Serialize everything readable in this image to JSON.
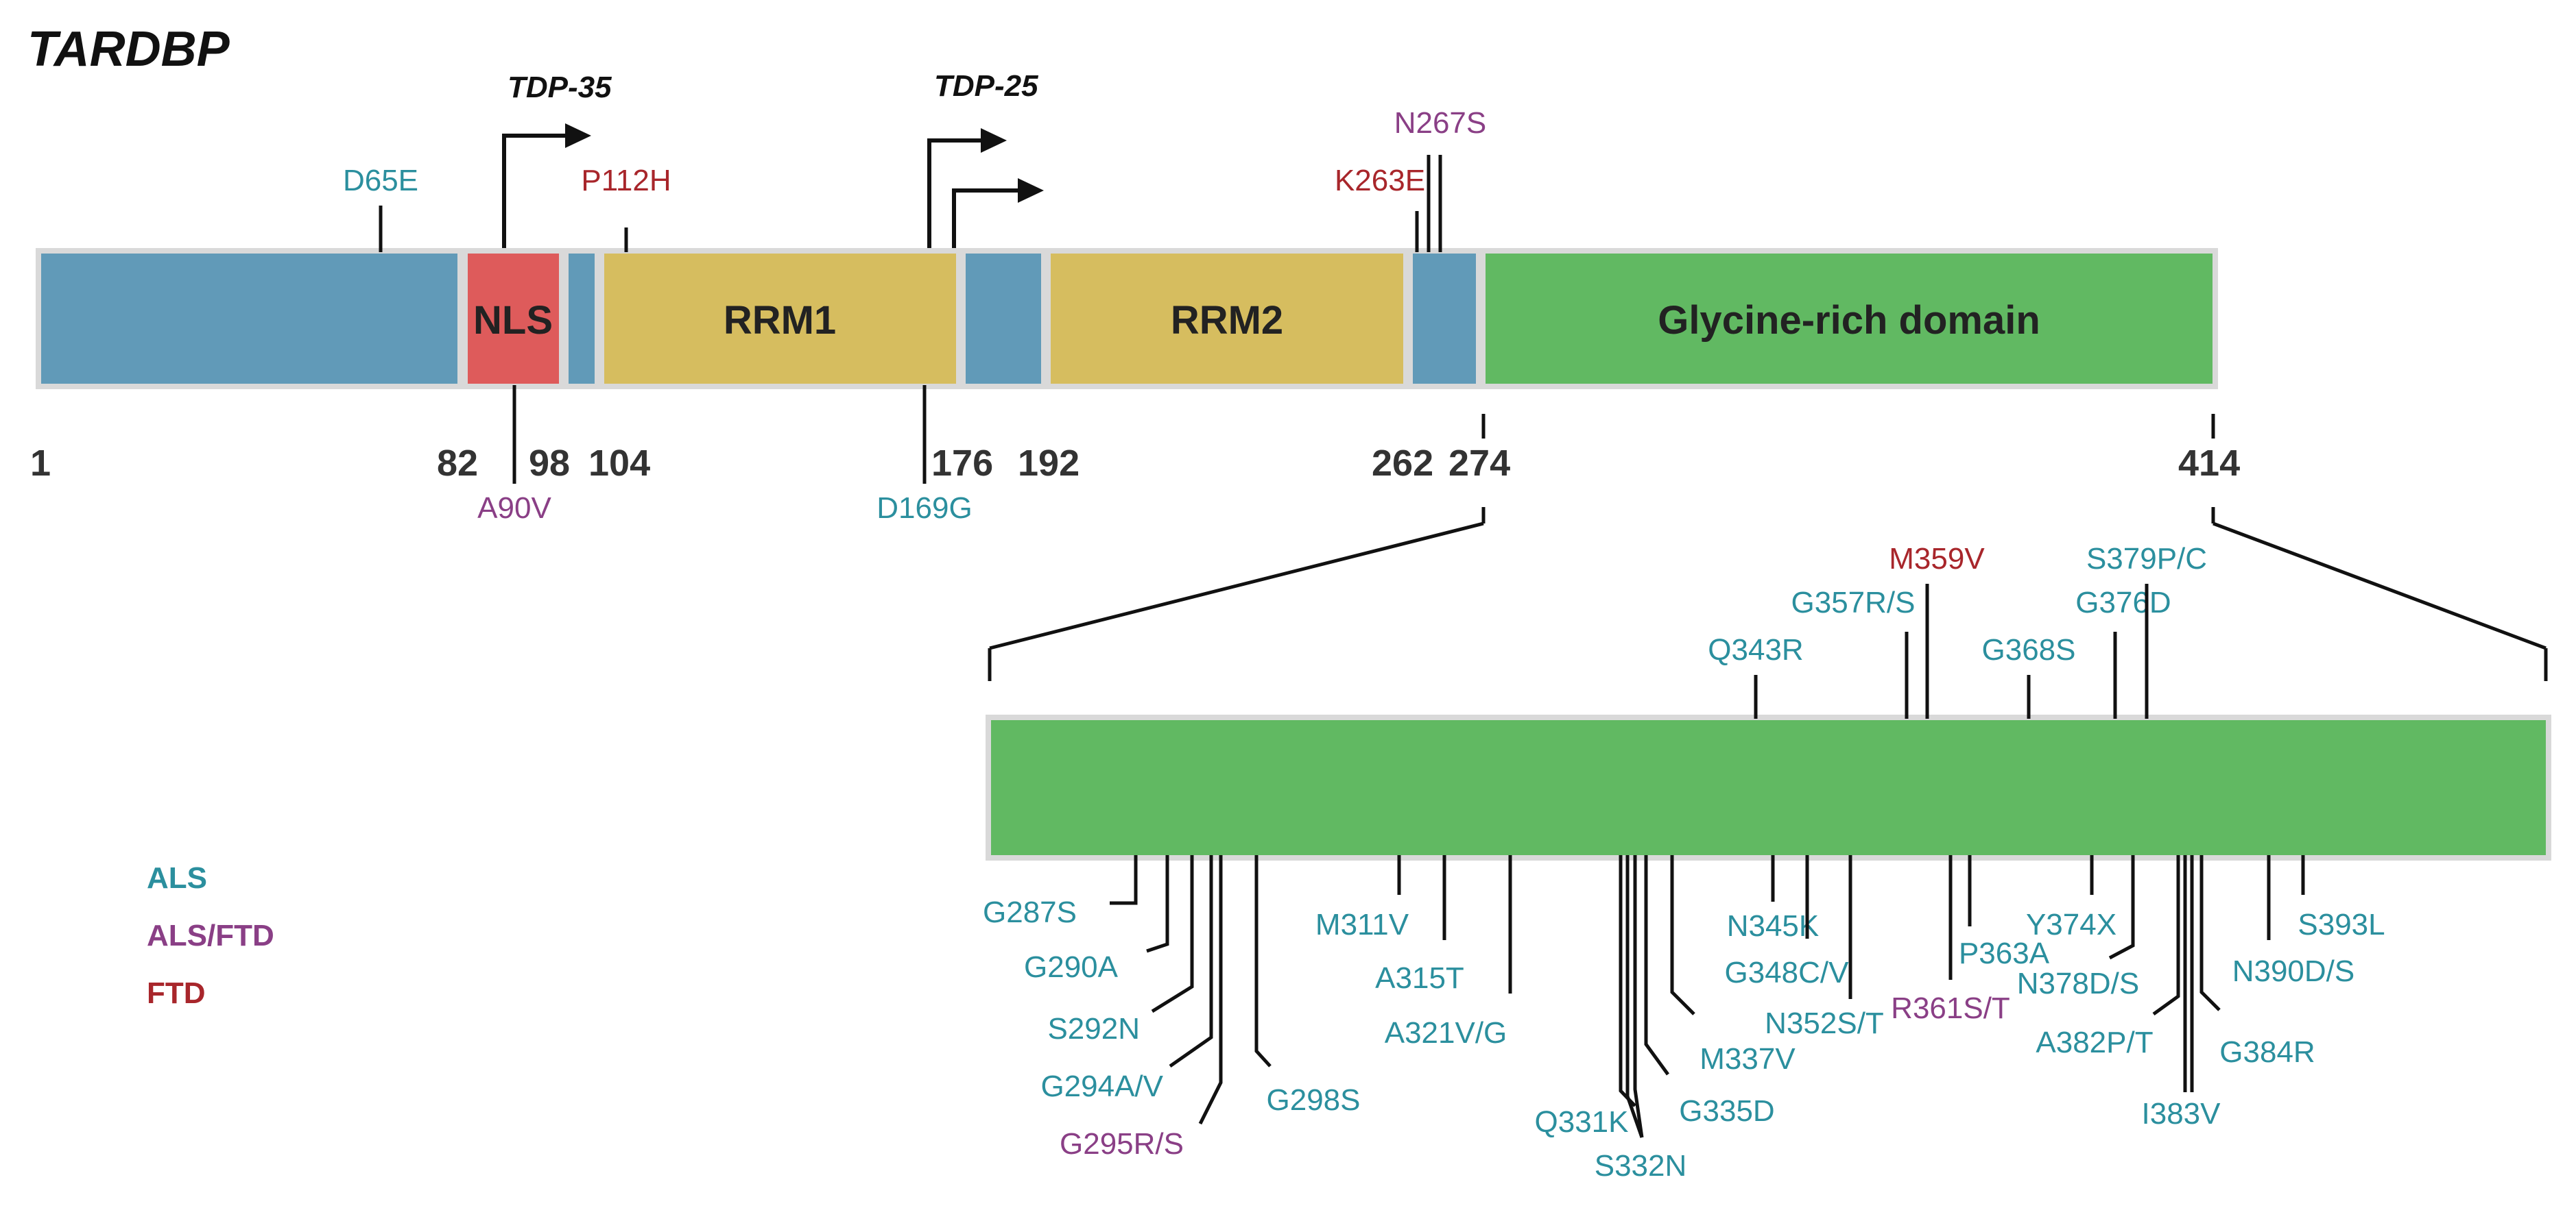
{
  "title": "TARDBP",
  "colors": {
    "ALS": "#2b8f9e",
    "ALS/FTD": "#8a3f86",
    "FTD": "#a8262b",
    "linker": "#619ab8",
    "nls": "#de5b5b",
    "rrm": "#d6bd5f",
    "glycine": "#61b962",
    "outline": "#d9d9d9"
  },
  "isoforms": [
    {
      "id": "tdp35",
      "label": "TDP-35"
    },
    {
      "id": "tdp25",
      "label": "TDP-25"
    }
  ],
  "domains": [
    {
      "id": "seg1",
      "label": "",
      "color": "linker"
    },
    {
      "id": "nls",
      "label": "NLS",
      "color": "nls"
    },
    {
      "id": "seg2",
      "label": "",
      "color": "linker"
    },
    {
      "id": "rrm1",
      "label": "RRM1",
      "color": "rrm"
    },
    {
      "id": "seg3",
      "label": "",
      "color": "linker"
    },
    {
      "id": "rrm2",
      "label": "RRM2",
      "color": "rrm"
    },
    {
      "id": "seg4",
      "label": "",
      "color": "linker"
    },
    {
      "id": "grd",
      "label": "Glycine-rich domain",
      "color": "glycine"
    }
  ],
  "positions": [
    "1",
    "82",
    "98",
    "104",
    "176",
    "192",
    "262",
    "274",
    "414"
  ],
  "legend": [
    {
      "label": "ALS",
      "cls": "ALS"
    },
    {
      "label": "ALS/FTD",
      "cls": "ALS/FTD"
    },
    {
      "label": "FTD",
      "cls": "FTD"
    }
  ],
  "mutations_top": [
    {
      "label": "D65E",
      "cls": "ALS"
    },
    {
      "label": "P112H",
      "cls": "FTD"
    },
    {
      "label": "K263E",
      "cls": "FTD"
    },
    {
      "label": "N267S",
      "cls": "ALS/FTD"
    },
    {
      "label": "A90V",
      "cls": "ALS/FTD"
    },
    {
      "label": "D169G",
      "cls": "ALS"
    }
  ],
  "mutations_zoom_top": [
    {
      "label": "Q343R",
      "cls": "ALS"
    },
    {
      "label": "G357R/S",
      "cls": "ALS"
    },
    {
      "label": "M359V",
      "cls": "FTD"
    },
    {
      "label": "G368S",
      "cls": "ALS"
    },
    {
      "label": "G376D",
      "cls": "ALS"
    },
    {
      "label": "S379P/C",
      "cls": "ALS"
    }
  ],
  "mutations_zoom_bottom": [
    {
      "label": "G287S",
      "cls": "ALS"
    },
    {
      "label": "G290A",
      "cls": "ALS"
    },
    {
      "label": "S292N",
      "cls": "ALS"
    },
    {
      "label": "G294A/V",
      "cls": "ALS"
    },
    {
      "label": "G295R/S",
      "cls": "ALS/FTD"
    },
    {
      "label": "G298S",
      "cls": "ALS"
    },
    {
      "label": "M311V",
      "cls": "ALS"
    },
    {
      "label": "A315T",
      "cls": "ALS"
    },
    {
      "label": "A321V/G",
      "cls": "ALS"
    },
    {
      "label": "Q331K",
      "cls": "ALS"
    },
    {
      "label": "S332N",
      "cls": "ALS"
    },
    {
      "label": "G335D",
      "cls": "ALS"
    },
    {
      "label": "M337V",
      "cls": "ALS"
    },
    {
      "label": "N345K",
      "cls": "ALS"
    },
    {
      "label": "G348C/V",
      "cls": "ALS"
    },
    {
      "label": "N352S/T",
      "cls": "ALS"
    },
    {
      "label": "R361S/T",
      "cls": "ALS/FTD"
    },
    {
      "label": "P363A",
      "cls": "ALS"
    },
    {
      "label": "Y374X",
      "cls": "ALS"
    },
    {
      "label": "N378D/S",
      "cls": "ALS"
    },
    {
      "label": "A382P/T",
      "cls": "ALS"
    },
    {
      "label": "I383V",
      "cls": "ALS"
    },
    {
      "label": "G384R",
      "cls": "ALS"
    },
    {
      "label": "N390D/S",
      "cls": "ALS"
    },
    {
      "label": "S393L",
      "cls": "ALS"
    }
  ]
}
